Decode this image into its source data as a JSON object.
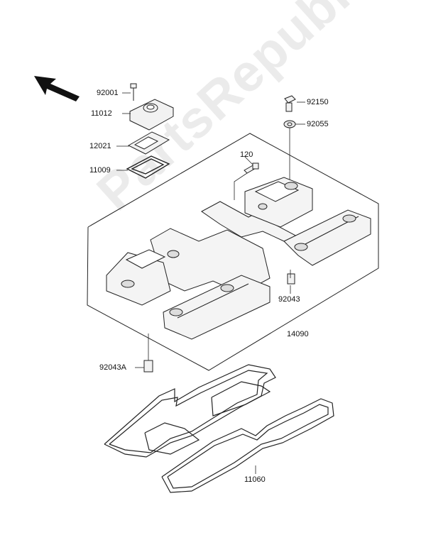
{
  "watermark": "PartsRepublik",
  "direction_arrow": {
    "icon": "front-direction-arrow-icon"
  },
  "callouts": {
    "p92001": "92001",
    "p11012": "11012",
    "p12021": "12021",
    "p11009": "11009",
    "p92150": "92150",
    "p92055": "92055",
    "p120": "120",
    "p92043": "92043",
    "p14090": "14090",
    "p92043A": "92043A",
    "p11060": "11060"
  },
  "colors": {
    "line": "#222222",
    "part_fill": "#f2f2f2",
    "watermark": "#dddddd"
  }
}
